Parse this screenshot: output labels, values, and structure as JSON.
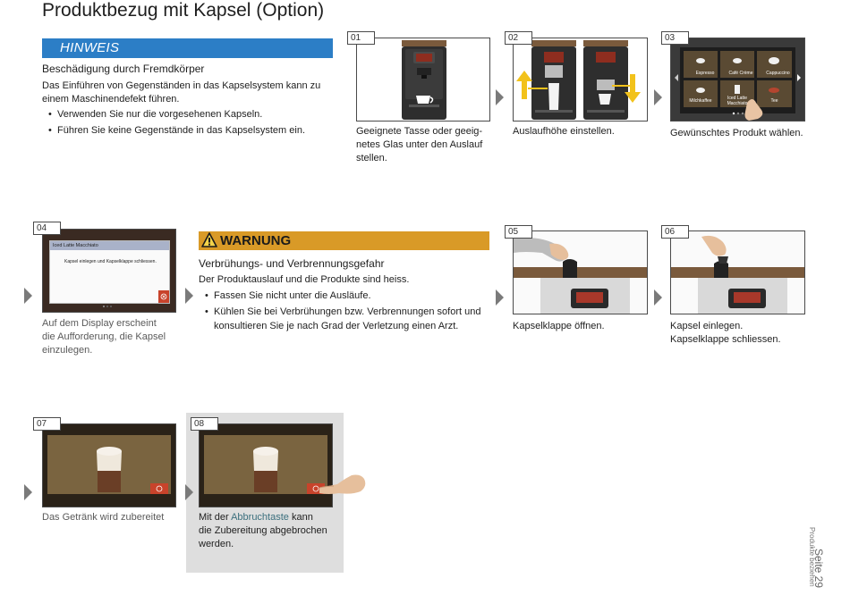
{
  "page": {
    "title": "Produktbezug mit Kapsel (Option)",
    "page_label": "Seite 29",
    "section_label": "Produkte beziehen"
  },
  "hinweis": {
    "label": "HINWEIS",
    "heading": "Beschädigung durch Fremdkörper",
    "body": "Das Einführen von Gegenständen in das Kapselsystem kann zu einem Maschinendefekt führen.",
    "bullets": [
      "Verwenden Sie nur die vorgesehenen Kapseln.",
      "Führen Sie keine Gegenstände in das Kapselsystem ein."
    ]
  },
  "warnung": {
    "label": "WARNUNG",
    "heading": "Verbrühungs- und Verbrennungsgefahr",
    "body": "Der Produktauslauf und die Produkte sind heiss.",
    "bullets": [
      "Fassen Sie nicht unter die Ausläufe.",
      "Kühlen Sie bei Verbrühungen bzw. Verbrennungen sofort und konsultieren Sie je nach Grad der Verletzung einen Arzt."
    ]
  },
  "steps": [
    {
      "num": "01",
      "caption": [
        "Geeignete Tasse oder geeig-",
        "netes Glas unter den Auslauf",
        "stellen."
      ]
    },
    {
      "num": "02",
      "caption": [
        "Auslaufhöhe einstellen."
      ]
    },
    {
      "num": "03",
      "caption": [
        "Gewünschtes Produkt wählen."
      ],
      "menu": [
        "Espresso",
        "Café Crème",
        "Cappuccino",
        "Milchkaffee",
        "Iced Latte Macchiato",
        "Tee"
      ]
    },
    {
      "num": "04",
      "caption": [
        "Auf dem Display erscheint",
        "die Aufforderung, die Kapsel",
        "einzulegen."
      ],
      "screen_title": "Iced Latte Macchiato",
      "screen_msg": "Kapsel einlegen und Kapselklappe schliessen."
    },
    {
      "num": "05",
      "caption": [
        "Kapselklappe öffnen."
      ]
    },
    {
      "num": "06",
      "caption": [
        "Kapsel einlegen.",
        "Kapselklappe schliessen."
      ]
    },
    {
      "num": "07",
      "caption": [
        "Das Getränk wird zubereitet"
      ]
    },
    {
      "num": "08",
      "caption_pre": "Mit der ",
      "caption_hl": "Abbruchtaste",
      "caption_post": " kann",
      "caption_rest": [
        "die Zubereitung abgebrochen",
        "werden."
      ]
    }
  ],
  "colors": {
    "hinweis_blue": "#2c7ec6",
    "warnung_amber": "#d99a27",
    "accent_red": "#c8432b",
    "arrow_yellow": "#f2c21b"
  }
}
